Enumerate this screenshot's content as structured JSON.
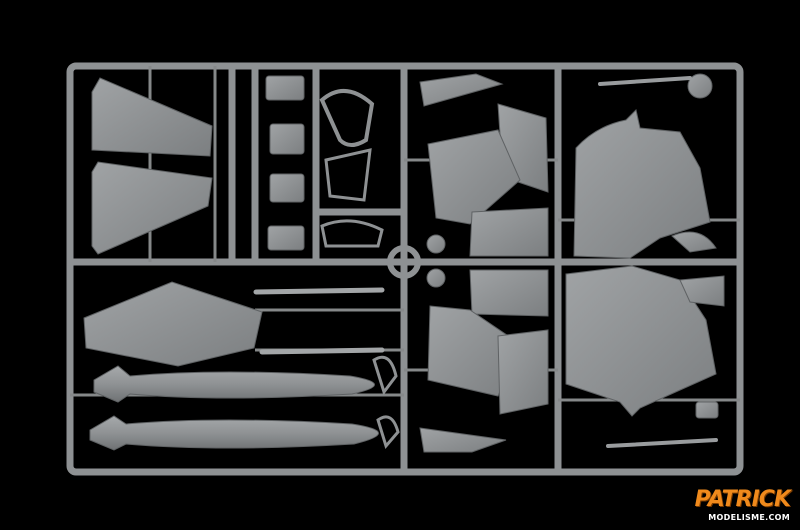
{
  "scene": {
    "subject": "plastic model kit sprue frame",
    "background_color": "#000000",
    "plastic_color": "#8e9193"
  },
  "watermark": {
    "brand": "PATRICK",
    "subline": "MODELISME.COM",
    "colors": {
      "main": "#f08a1c",
      "sub": "#ffffff"
    }
  }
}
